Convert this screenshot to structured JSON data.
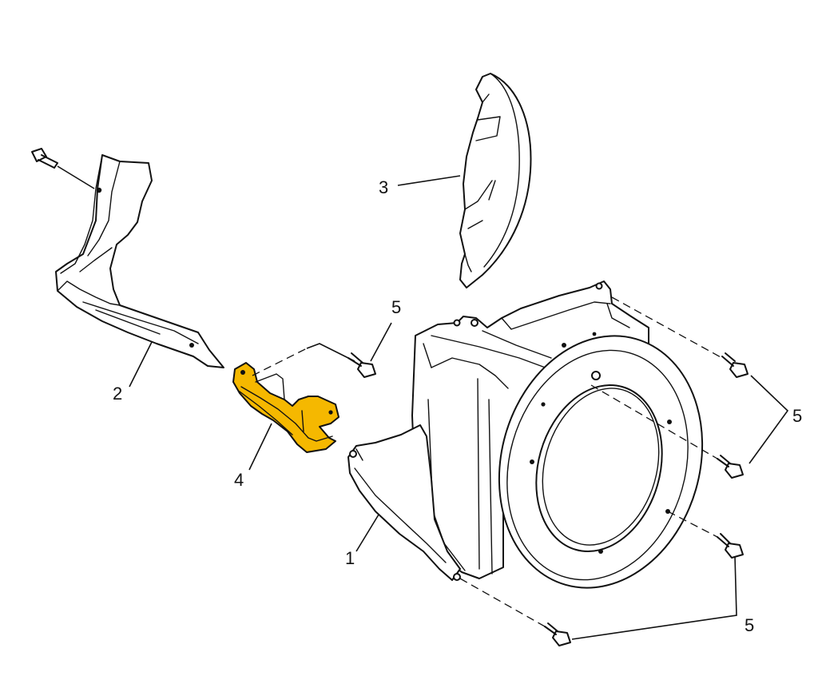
{
  "colors": {
    "line": "#111111",
    "highlight": "#F5B800",
    "background": "#FFFFFF"
  },
  "callouts": [
    {
      "id": "callout-1",
      "label": "1"
    },
    {
      "id": "callout-2",
      "label": "2"
    },
    {
      "id": "callout-3",
      "label": "3"
    },
    {
      "id": "callout-4",
      "label": "4"
    },
    {
      "id": "callout-5a",
      "label": "5"
    },
    {
      "id": "callout-5b",
      "label": "5"
    },
    {
      "id": "callout-5c",
      "label": "5"
    }
  ]
}
